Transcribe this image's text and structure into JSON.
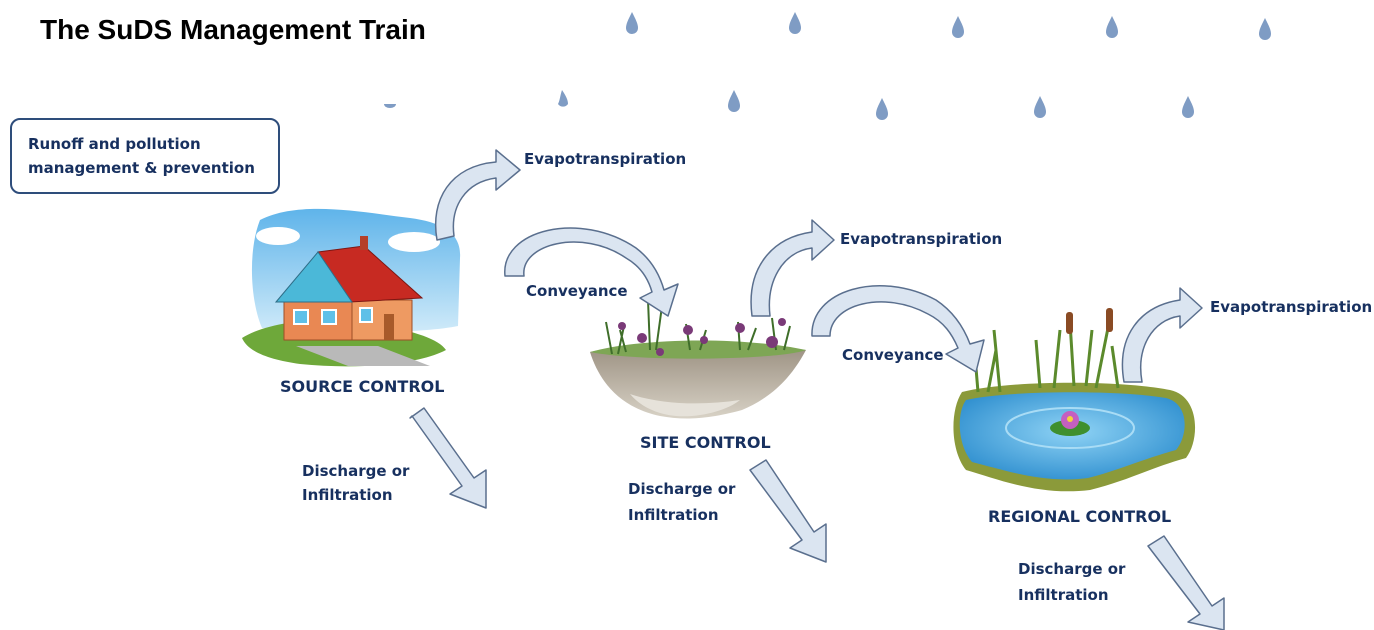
{
  "title": "The SuDS Management Train",
  "key_box": {
    "line1": "Runoff and pollution",
    "line2": "management & prevention"
  },
  "stages": {
    "source": {
      "name": "SOURCE CONTROL",
      "evapotranspiration": "Evapotranspiration",
      "discharge_line1": "Discharge or",
      "discharge_line2": "Infiltration"
    },
    "site": {
      "name": "SITE CONTROL",
      "conveyance_in": "Conveyance",
      "evapotranspiration": "Evapotranspiration",
      "discharge_line1": "Discharge or",
      "discharge_line2": "Infiltration"
    },
    "regional": {
      "name": "REGIONAL CONTROL",
      "conveyance_in": "Conveyance",
      "evapotranspiration": "Evapotranspiration",
      "discharge_line1": "Discharge or",
      "discharge_line2": "Infiltration"
    }
  },
  "colors": {
    "raindrop": "#7f9cc4",
    "arrow_fill": "#dbe5f1",
    "arrow_stroke": "#5a6f8e",
    "label_text": "#17305f",
    "pond_water": "#4aa8dc",
    "roof": "#c72a22",
    "house_wall": "#e98853",
    "grass": "#6ea83a"
  }
}
